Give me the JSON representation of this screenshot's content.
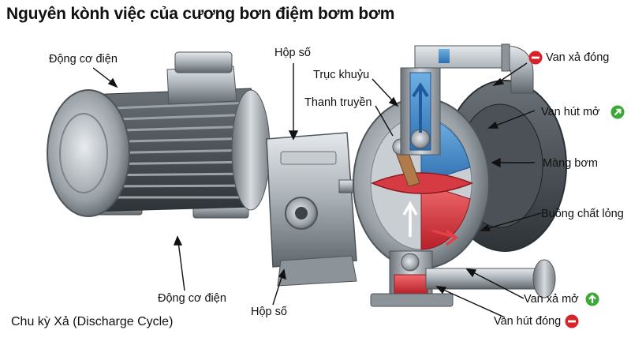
{
  "title": "Nguyên kònh việc của cương bơn điệm bơm bơm",
  "caption": "Chu kỳ Xả (Discharge Cycle)",
  "labels": {
    "motor_top": "Động cơ điện",
    "gearbox_top": "Hộp số",
    "crankshaft": "Trục khuỷu",
    "connecting_rod": "Thanh truyền",
    "discharge_valve_closed": "Van xả đóng",
    "suction_valve_open": "Van hút mở",
    "diaphragm": "Màng bơm",
    "fluid_chamber": "Buồng chất lỏng",
    "motor_bottom": "Động cơ điện",
    "gearbox_bottom": "Hộp số",
    "discharge_valve_open": "Van xả mở",
    "suction_valve_closed": "Van hút đóng"
  },
  "status_icons": {
    "discharge_valve_closed": "minus-circle-icon",
    "suction_valve_open": "arrow-up-right-circle-icon",
    "discharge_valve_open": "arrow-up-circle-icon",
    "suction_valve_closed": "minus-circle-icon"
  },
  "colors": {
    "closed": "#d9232a",
    "open": "#3aa935",
    "suction_fluid": "#3f86c8",
    "discharge_fluid": "#d8303a",
    "metal": "#a9b0b6"
  }
}
